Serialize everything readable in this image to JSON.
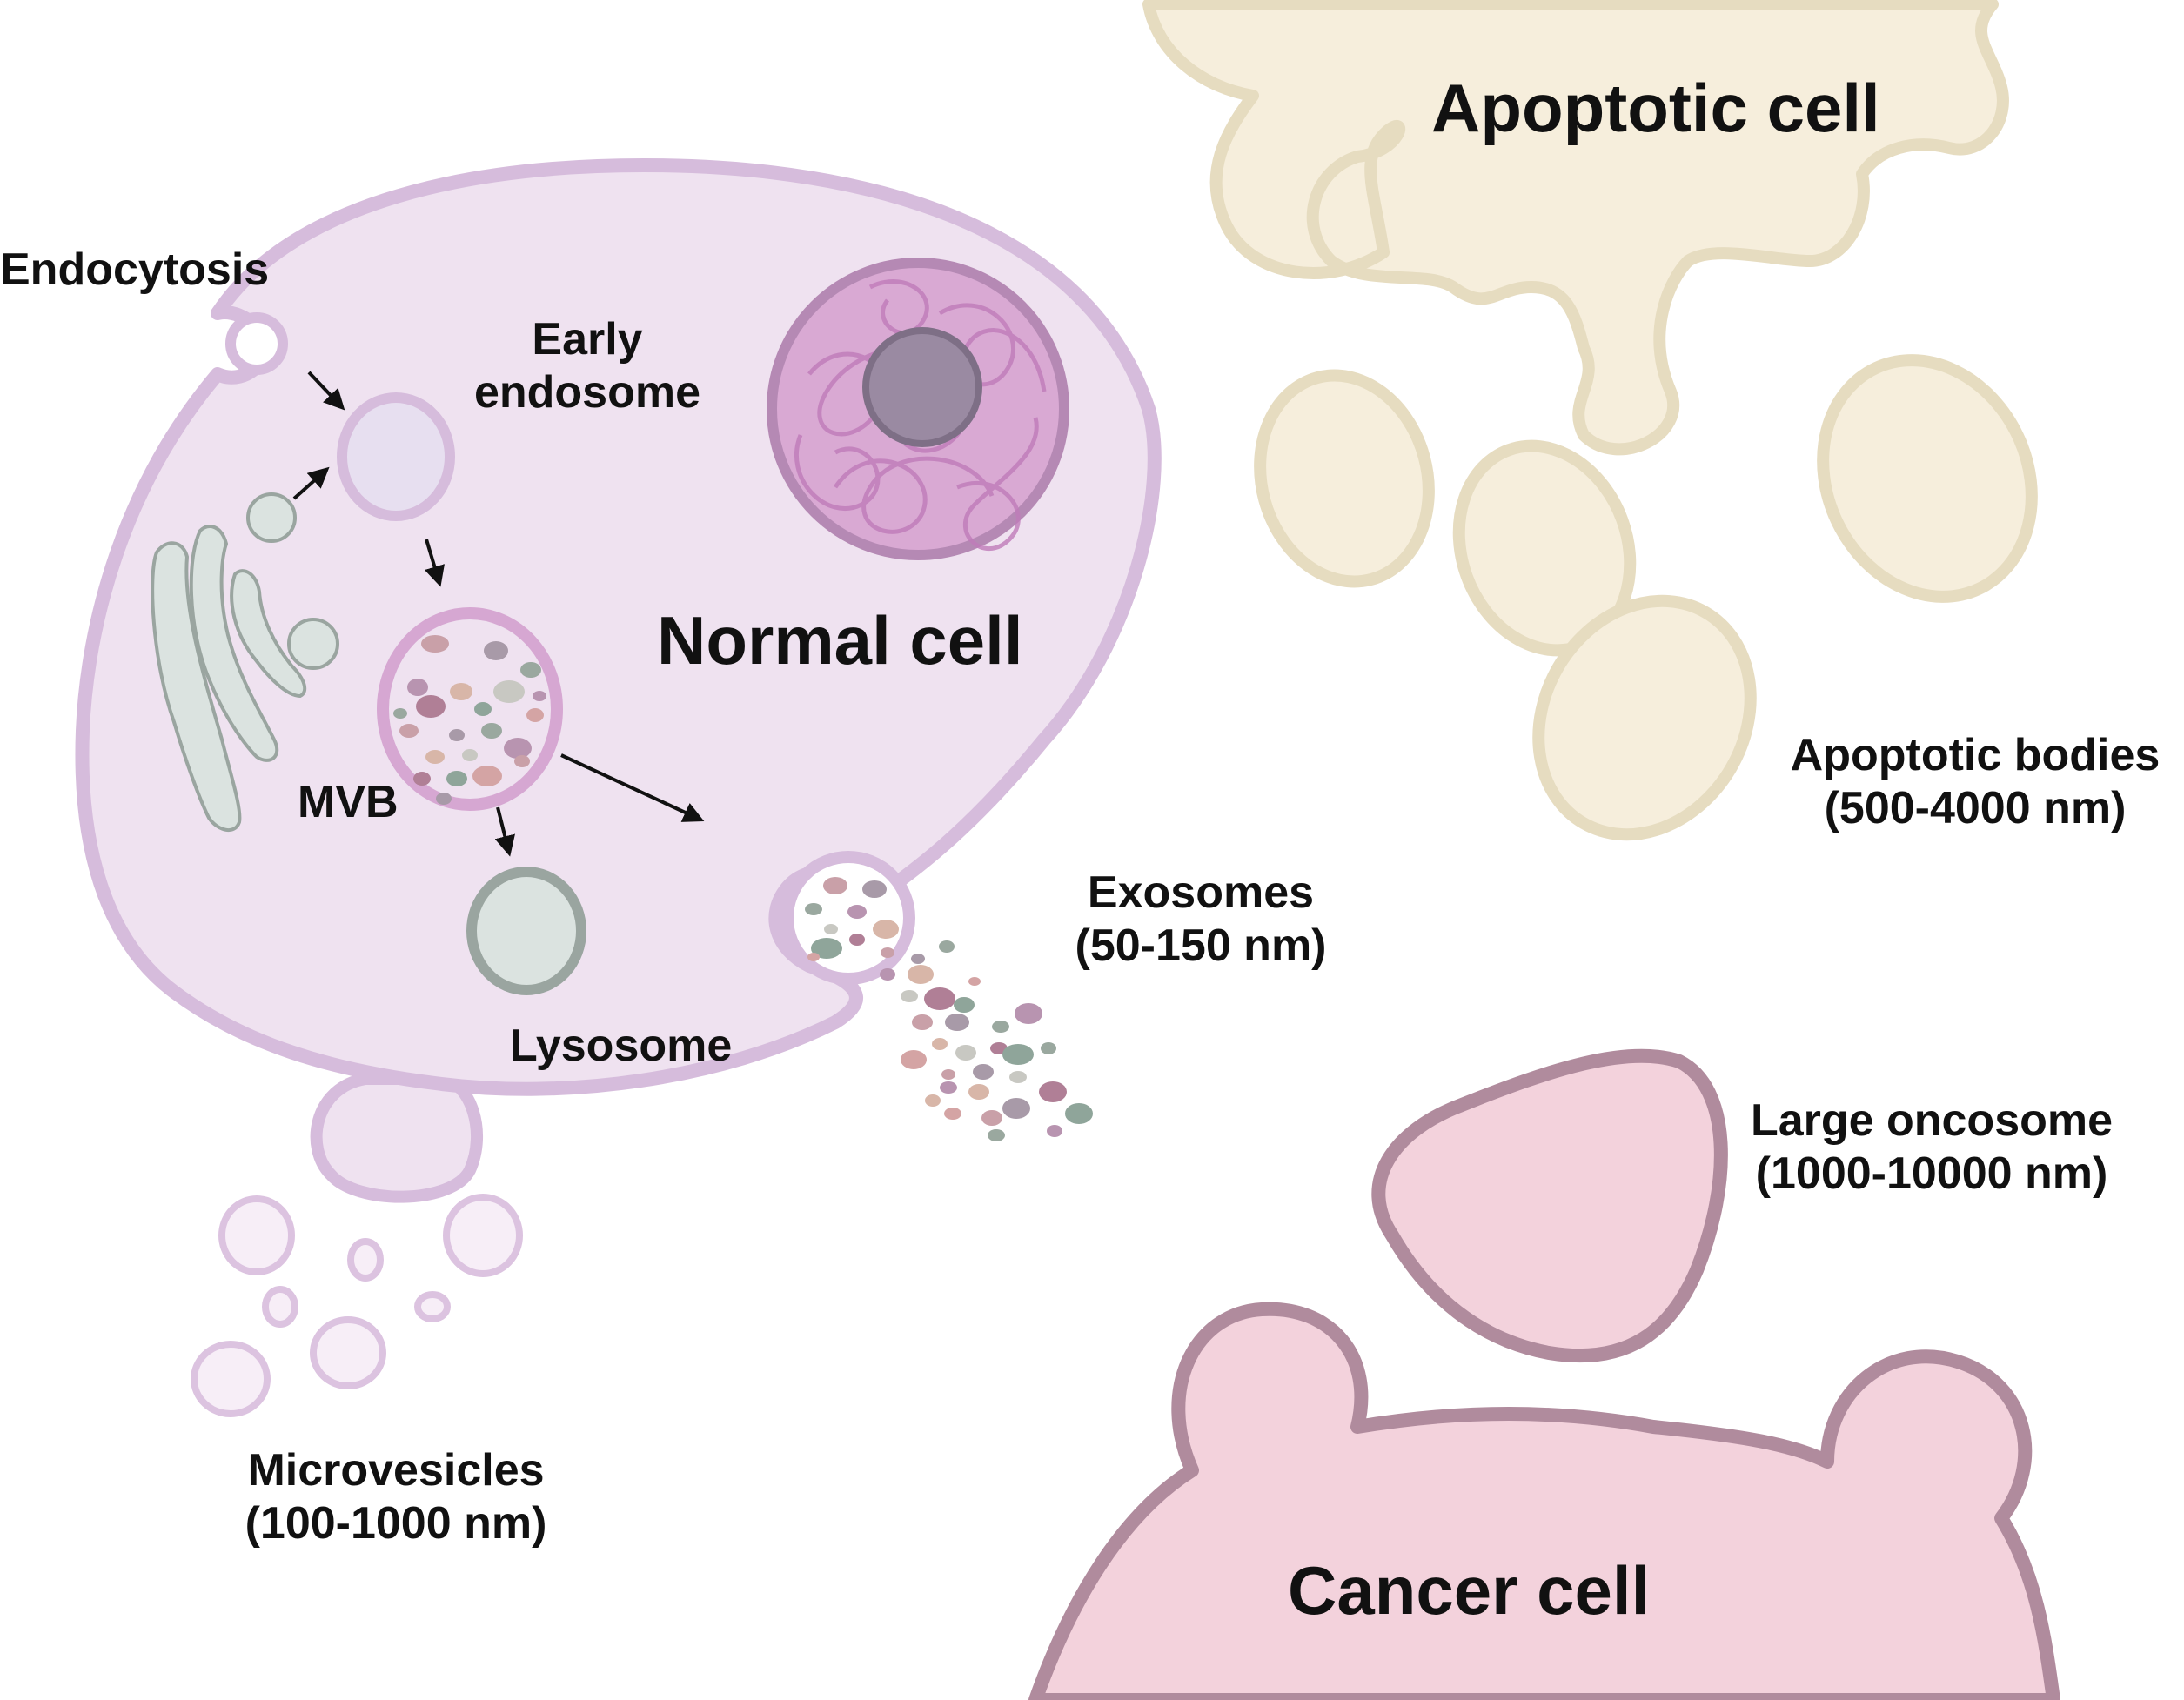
{
  "labels": {
    "endocytosis": "Endocytosis",
    "early_endosome": [
      "Early",
      "endosome"
    ],
    "normal_cell": "Normal cell",
    "mvb": "MVB",
    "lysosome": "Lysosome",
    "exosomes": [
      "Exosomes",
      "(50-150 nm)"
    ],
    "microvesicles": [
      "Microvesicles",
      "(100-1000 nm)"
    ],
    "apoptotic_cell": "Apoptotic cell",
    "apoptotic_bodies": [
      "Apoptotic bodies",
      "(500-4000 nm)"
    ],
    "large_oncosome": [
      "Large oncosome",
      "(1000-10000 nm)"
    ],
    "cancer_cell": "Cancer cell"
  },
  "colors": {
    "normal_cell_fill": "#efe2f0",
    "normal_cell_stroke": "#d6bcdc",
    "nucleus_fill": "#d9a9d3",
    "nucleolus_fill": "#9a8aa2",
    "golgi_fill": "#dbe3e0",
    "golgi_stroke": "#9aa5a0",
    "apoptotic_fill": "#f6eedc",
    "apoptotic_stroke": "#e6dcc0",
    "cancer_fill": "#f3d2dc",
    "cancer_stroke": "#b08b9d",
    "microvesicle_fill": "#f7eef7",
    "microvesicle_stroke": "#dcc3e0",
    "arrow": "#111111"
  }
}
